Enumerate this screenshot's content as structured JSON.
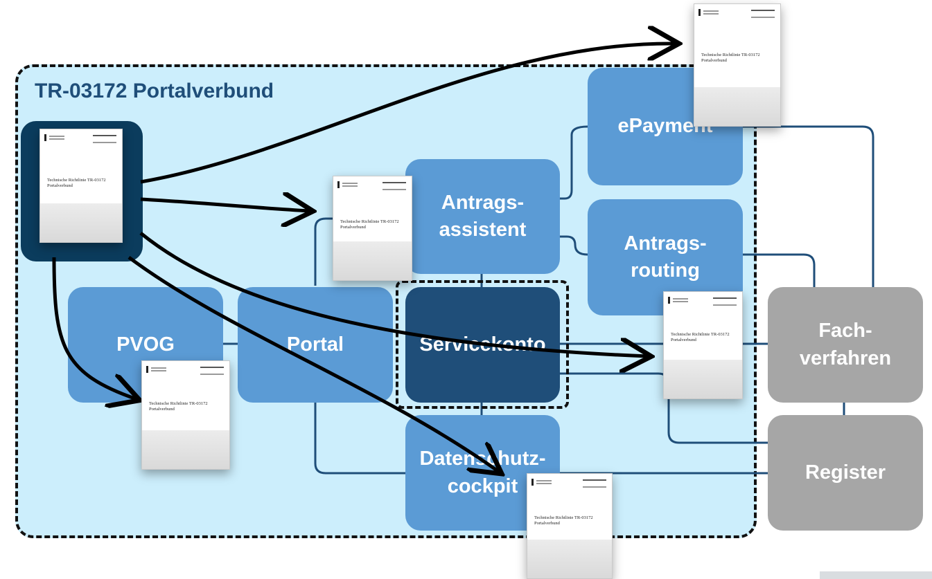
{
  "region": {
    "title": "TR-03172 Portalverbund"
  },
  "nodes": {
    "epayment": "ePayment",
    "antragsassistent": "Antrags-\nassistent",
    "antragsrouting": "Antrags-\nrouting",
    "pvog": "PVOG",
    "portal": "Portal",
    "servicekonto": "Servicekonto",
    "datenschutzcockpit": "Datenschutz-\ncockpit",
    "fachverfahren": "Fach-\nverfahren",
    "register": "Register"
  },
  "document": {
    "title": "Technische Richtlinie TR-03172\nPortalverbund"
  },
  "colors": {
    "background": "#cceefc",
    "box_blue": "#5b9bd5",
    "box_dark": "#1f4e79",
    "box_gray": "#a6a6a6",
    "connector": "#1f4e79",
    "title": "#1f4e79"
  }
}
